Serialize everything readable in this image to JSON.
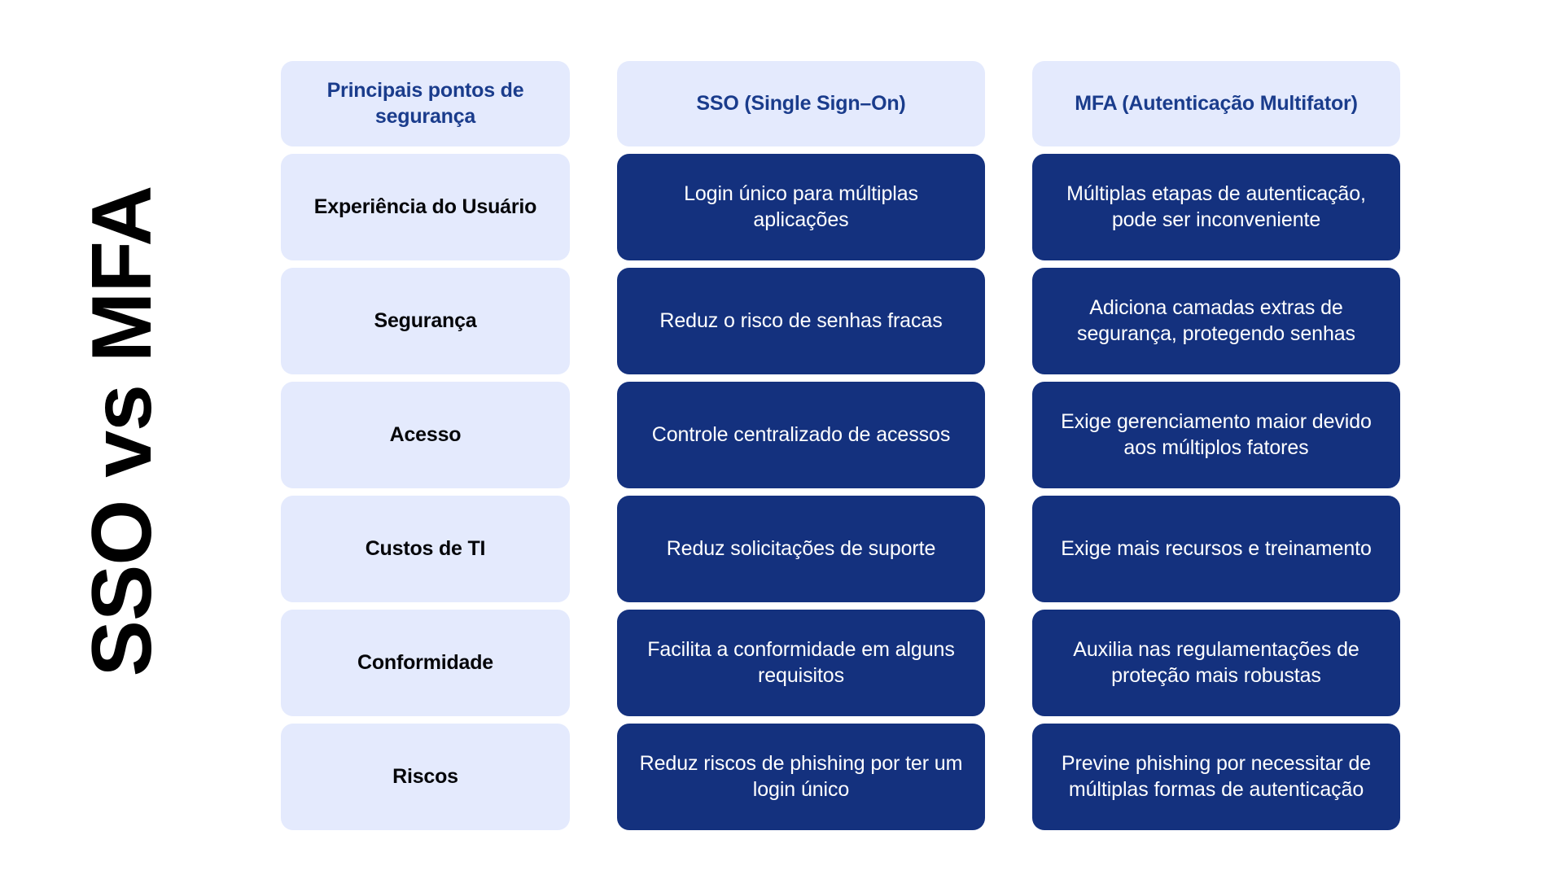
{
  "side_title": "SSO vs MFA",
  "colors": {
    "page_background": "#ffffff",
    "light_cell": "#e4eafd",
    "dark_cell": "#14317e",
    "header_text": "#1a3c8c",
    "label_text": "#05060a",
    "value_text": "#ffffff",
    "side_title_text": "#000000"
  },
  "table": {
    "headers": [
      "Principais pontos de segurança",
      "SSO (Single Sign–On)",
      "MFA (Autenticação Multifator)"
    ],
    "rows": [
      {
        "aspect": "Experiência do Usuário",
        "sso": "Login único para múltiplas aplicações",
        "mfa": "Múltiplas etapas de autenticação, pode ser inconveniente"
      },
      {
        "aspect": "Segurança",
        "sso": "Reduz o risco de senhas fracas",
        "mfa": "Adiciona camadas extras de segurança, protegendo senhas"
      },
      {
        "aspect": "Acesso",
        "sso": "Controle centralizado de acessos",
        "mfa": "Exige gerenciamento maior devido aos múltiplos fatores"
      },
      {
        "aspect": "Custos de TI",
        "sso": "Reduz solicitações de suporte",
        "mfa": "Exige mais recursos e treinamento"
      },
      {
        "aspect": "Conformidade",
        "sso": "Facilita a conformidade em alguns requisitos",
        "mfa": "Auxilia nas regulamentações de proteção mais robustas"
      },
      {
        "aspect": "Riscos",
        "sso": "Reduz riscos de phishing por ter um login único",
        "mfa": "Previne phishing por necessitar de múltiplas formas de autenticação"
      }
    ]
  }
}
